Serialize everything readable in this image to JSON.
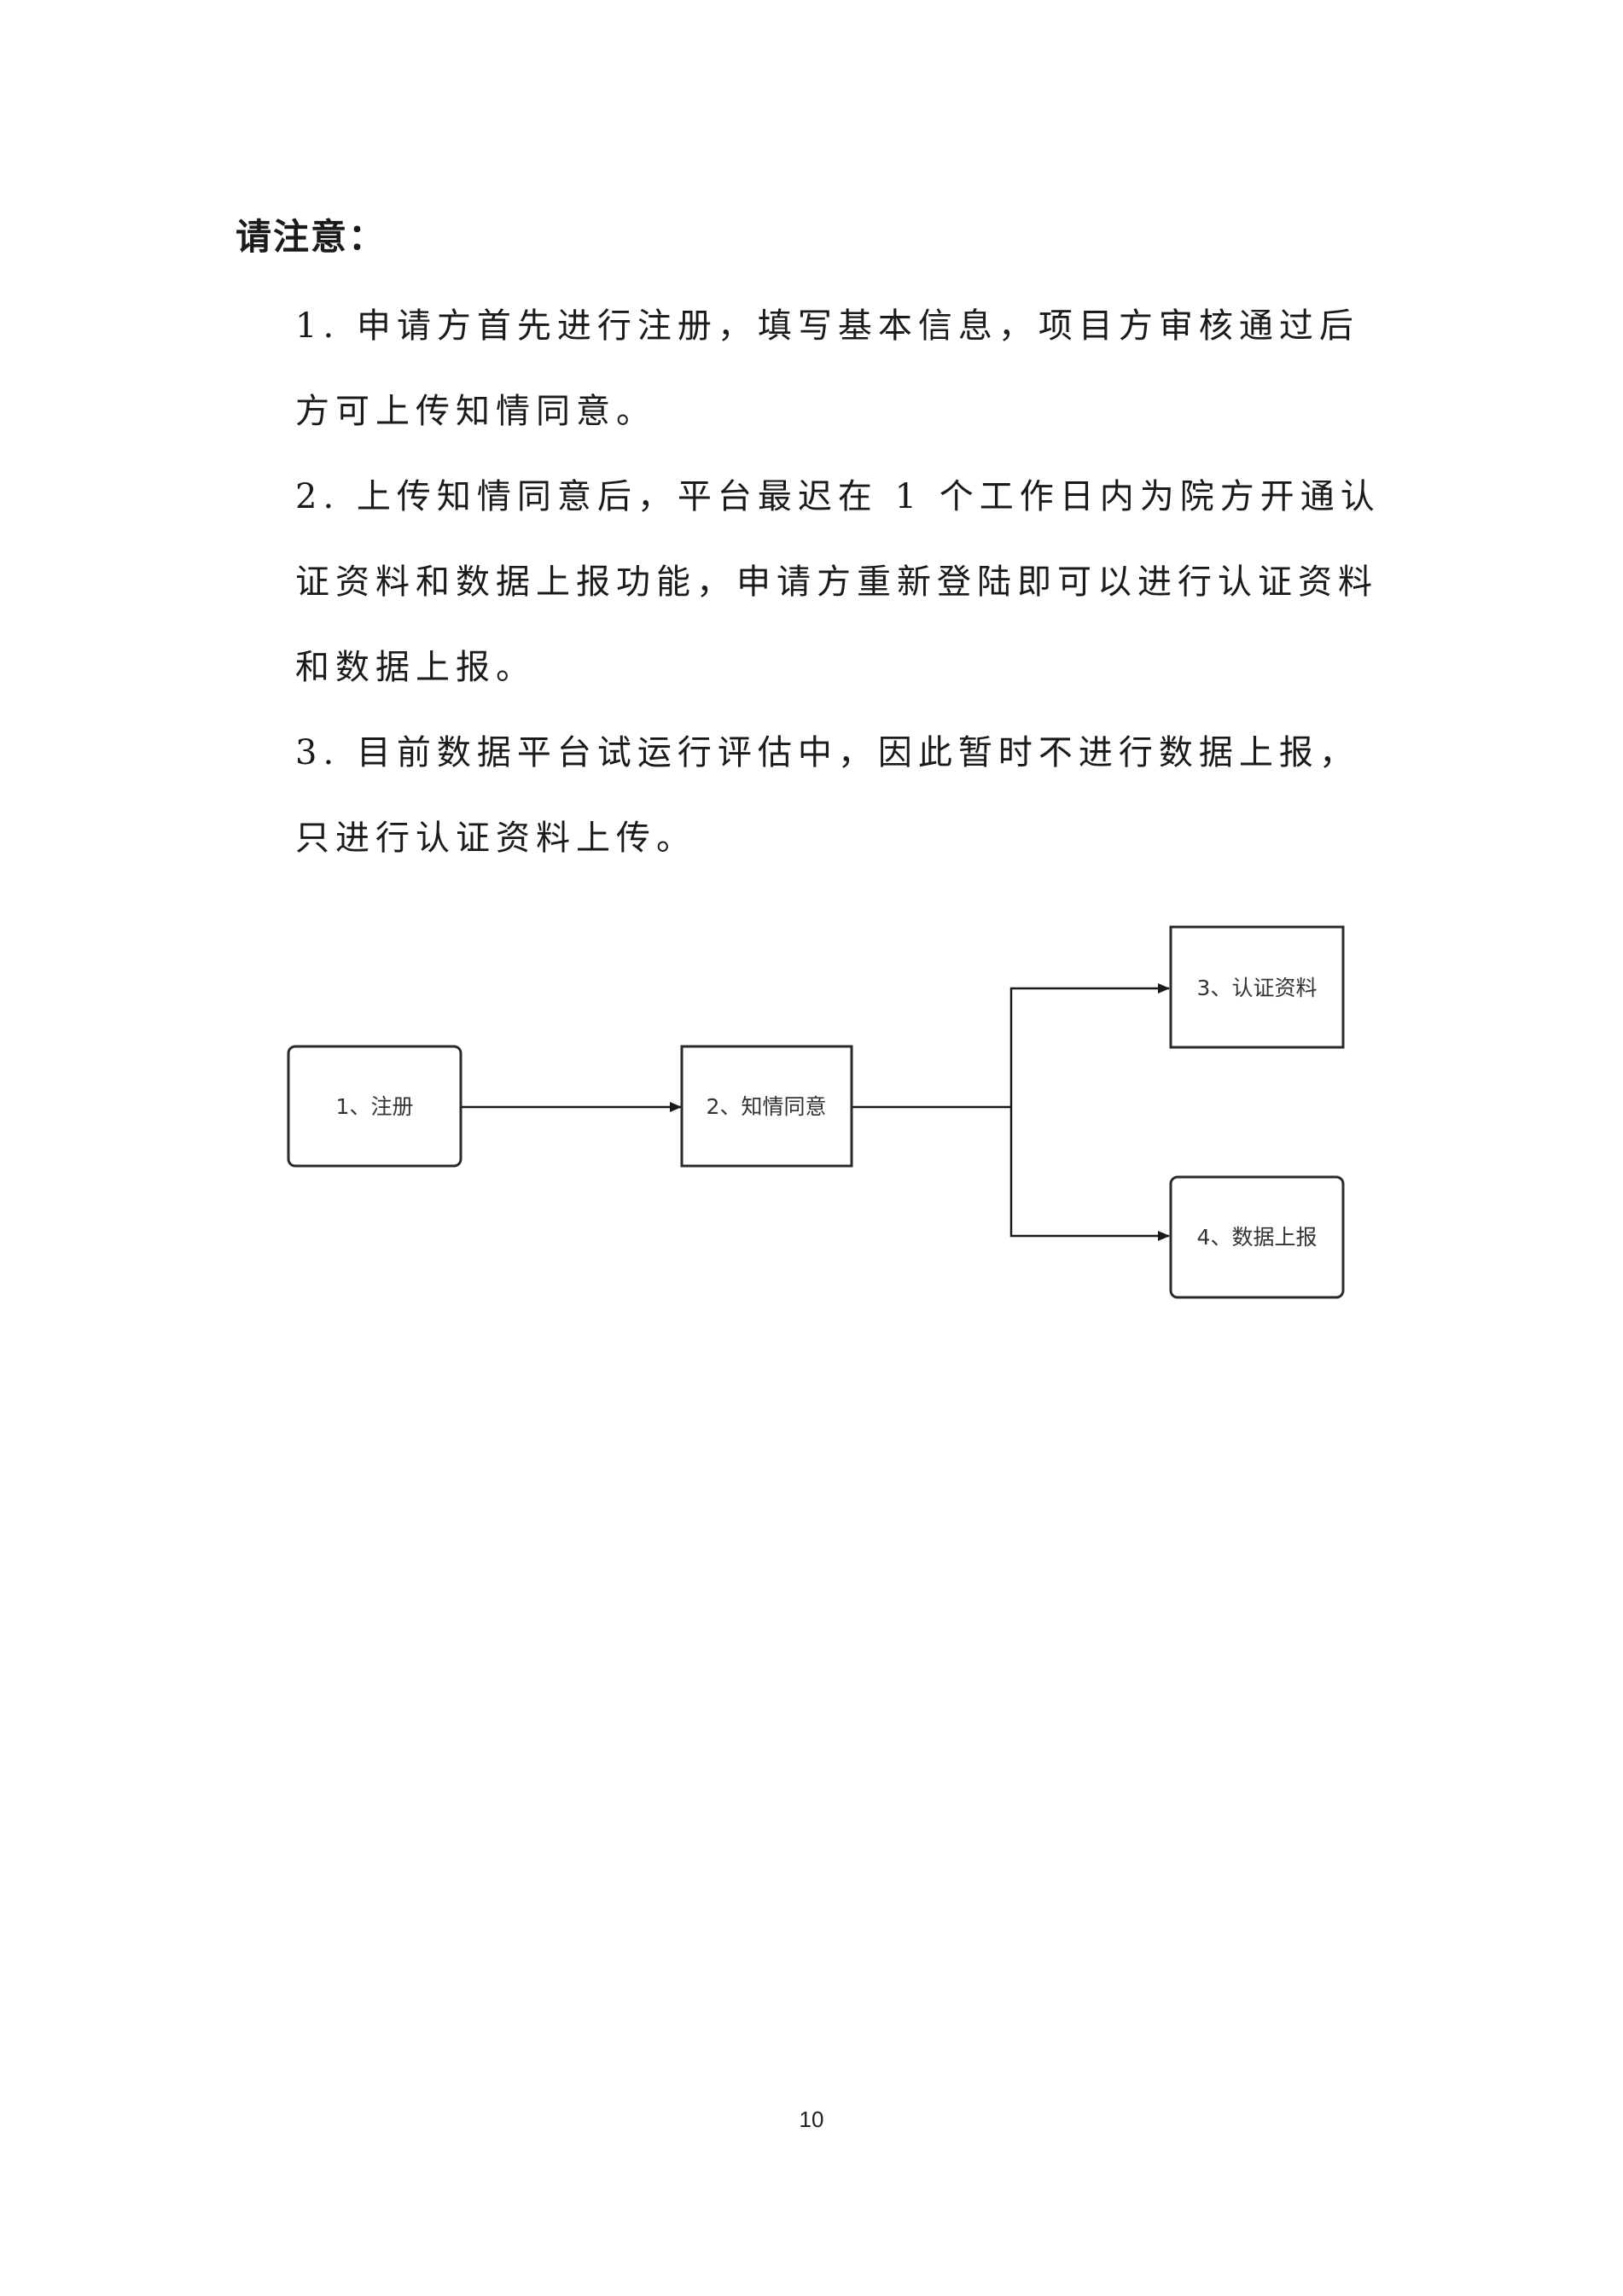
{
  "notice": {
    "title": "请注意：",
    "items": [
      "1. 申请方首先进行注册，填写基本信息，项目方审核通过后方可上传知情同意。",
      "2. 上传知情同意后，平台最迟在 1 个工作日内为院方开通认证资料和数据上报功能，申请方重新登陆即可以进行认证资料和数据上报。",
      "3. 目前数据平台试运行评估中，因此暂时不进行数据上报，只进行认证资料上传。"
    ]
  },
  "flowchart": {
    "nodes": [
      {
        "id": "register",
        "label": "1、注册"
      },
      {
        "id": "consent",
        "label": "2、知情同意"
      },
      {
        "id": "certification",
        "label": "3、认证资料"
      },
      {
        "id": "data_report",
        "label": "4、数据上报"
      }
    ],
    "edges": [
      {
        "from": "register",
        "to": "consent"
      },
      {
        "from": "consent",
        "to": "certification"
      },
      {
        "from": "consent",
        "to": "data_report"
      }
    ]
  },
  "footer": {
    "page_number": "10"
  }
}
